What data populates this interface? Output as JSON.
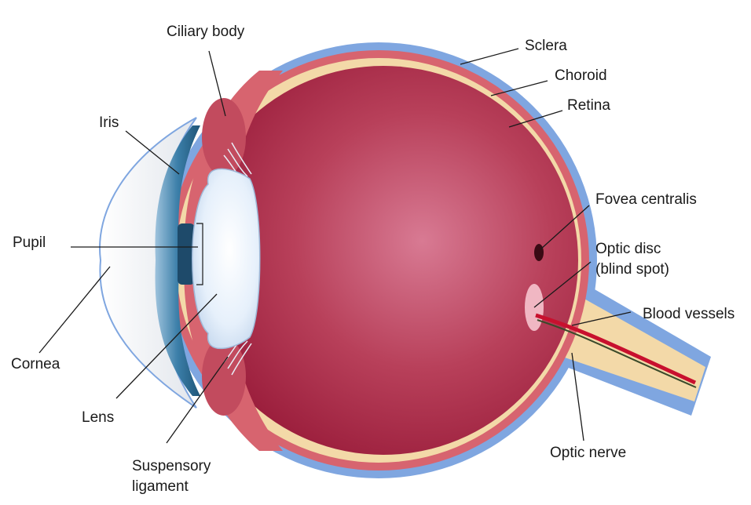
{
  "labels": {
    "ciliary_body": "Ciliary body",
    "sclera": "Sclera",
    "choroid": "Choroid",
    "retina": "Retina",
    "iris": "Iris",
    "pupil": "Pupil",
    "cornea": "Cornea",
    "lens": "Lens",
    "suspensory_ligament": "Suspensory\nligament",
    "fovea_centralis": "Fovea centralis",
    "optic_disc": "Optic disc\n(blind spot)",
    "blood_vessels": "Blood vessels",
    "optic_nerve": "Optic nerve"
  },
  "colors": {
    "sclera": "#7fa6e0",
    "choroid": "#d7646f",
    "retina": "#f3d9a8",
    "vitreous": "#b8344f",
    "vitreous_highlight": "#d87a93",
    "iris": "#3b7ea8",
    "lens": "#e3eefb",
    "cornea": "#f0f0f0",
    "blood_vessel_red": "#c8102e",
    "blood_vessel_green": "#3a4a2a",
    "leader_line": "#1a1a1a"
  }
}
